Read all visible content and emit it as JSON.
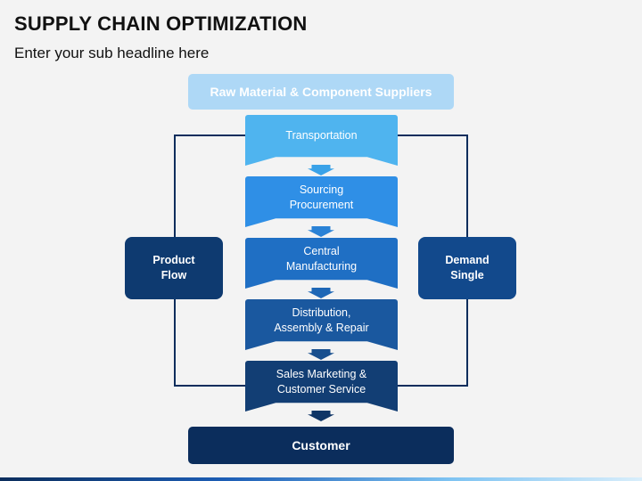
{
  "header": {
    "title": "SUPPLY CHAIN OPTIMIZATION",
    "subtitle": "Enter your sub headline here"
  },
  "diagram": {
    "source": "Raw Material & Component Suppliers",
    "stages": [
      {
        "label": "Transportation",
        "color": "#4fb4ef"
      },
      {
        "label": "Sourcing\nProcurement",
        "color": "#2f8fe6"
      },
      {
        "label": "Central\nManufacturing",
        "color": "#1f6fc4"
      },
      {
        "label": "Distribution,\nAssembly & Repair",
        "color": "#1a589f"
      },
      {
        "label": "Sales Marketing &\nCustomer Service",
        "color": "#123e74"
      }
    ],
    "arrow_colors": [
      "#3aa2e8",
      "#2a82d6",
      "#1e67b6",
      "#184f8e",
      "#0f3566"
    ],
    "sink": "Customer",
    "left_label": "Product\nFlow",
    "right_label": "Demand\nSingle",
    "colors": {
      "side_left": "#0e3a70",
      "side_right": "#12498c",
      "connector": "#0b2d5c"
    }
  }
}
